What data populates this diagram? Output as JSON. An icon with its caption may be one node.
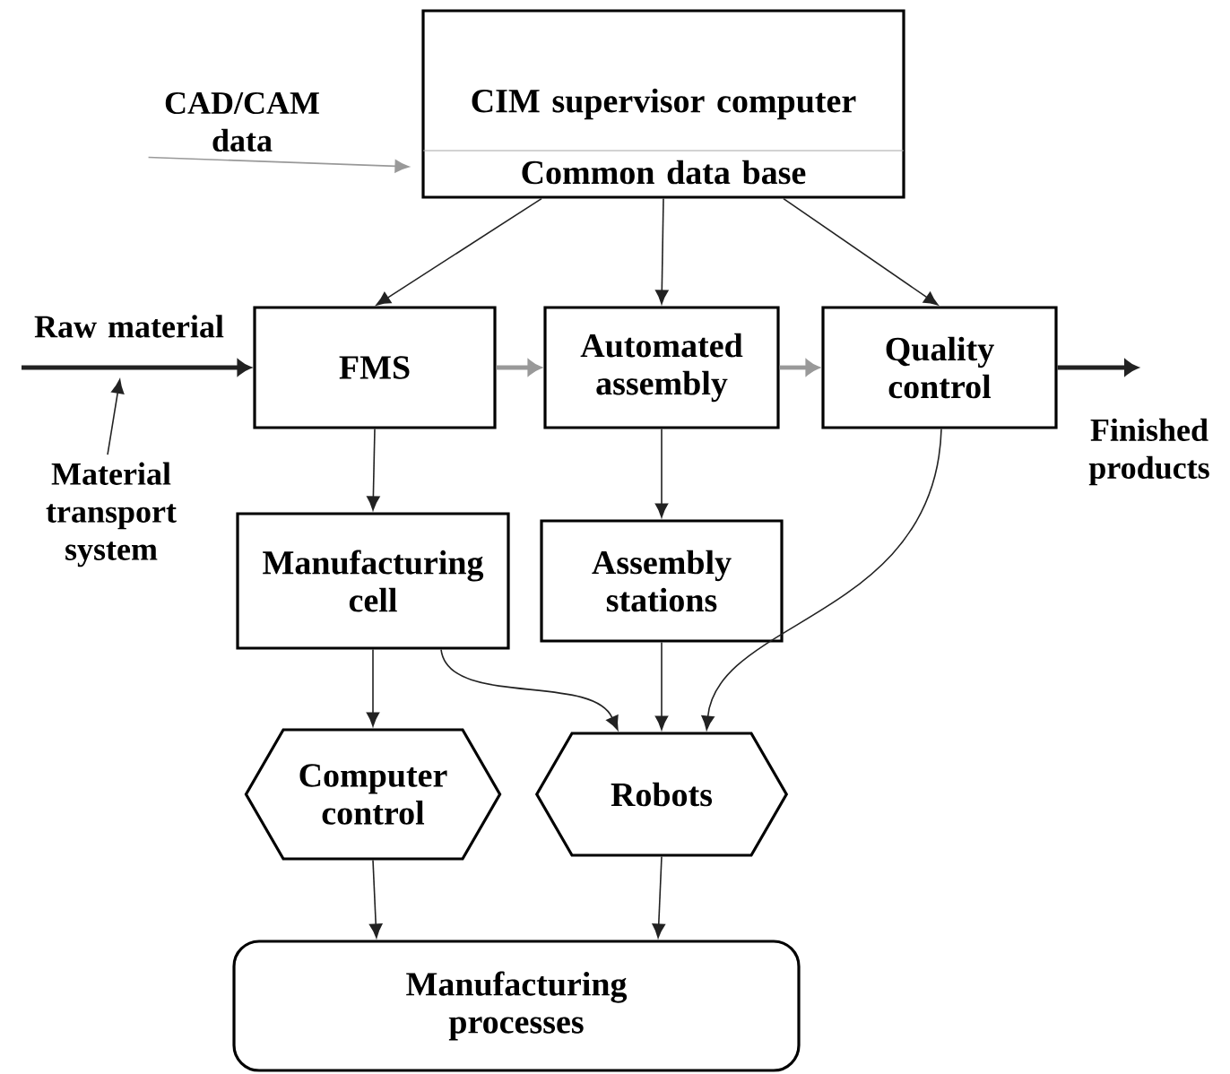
{
  "diagram": {
    "nodes": [
      {
        "text": [
          "CIM supervisor computer",
          "Common data base"
        ]
      },
      {
        "text": [
          "CAD/CAM data"
        ]
      },
      {
        "text": [
          "Raw material"
        ]
      },
      {
        "text": [
          "FMS"
        ]
      },
      {
        "text": [
          "Automated assembly"
        ]
      },
      {
        "text": [
          "Quality control"
        ]
      },
      {
        "text": [
          "Finished products"
        ]
      },
      {
        "text": [
          "Material transport system"
        ]
      },
      {
        "text": [
          "Manufacturing cell"
        ]
      },
      {
        "text": [
          "Assembly stations"
        ]
      },
      {
        "text": [
          "Computer control"
        ]
      },
      {
        "text": [
          "Robots"
        ]
      },
      {
        "text": [
          "Manufacturing processes"
        ]
      }
    ],
    "edges": [
      {
        "from": 0,
        "to": 3,
        "arrow": "to"
      },
      {
        "from": 0,
        "to": 4,
        "arrow": "to"
      },
      {
        "from": 0,
        "to": 5,
        "arrow": "to"
      },
      {
        "from": 1,
        "to": 0,
        "arrow": "to",
        "color": "#999999"
      },
      {
        "from": 2,
        "to": 3,
        "arrow": "to",
        "style": "thick"
      },
      {
        "from": 3,
        "to": 4,
        "arrow": "to",
        "style": "thick",
        "color": "#999999"
      },
      {
        "from": 4,
        "to": 5,
        "arrow": "to",
        "style": "thick",
        "color": "#999999"
      },
      {
        "from": 5,
        "to": 6,
        "arrow": "to",
        "style": "thick"
      },
      {
        "from": 7,
        "to": 2,
        "arrow": "to"
      },
      {
        "from": 3,
        "to": 8,
        "arrow": "to"
      },
      {
        "from": 4,
        "to": 9,
        "arrow": "to"
      },
      {
        "from": 8,
        "to": 10,
        "arrow": "to"
      },
      {
        "from": 8,
        "to": 11,
        "arrow": "to"
      },
      {
        "from": 9,
        "to": 11,
        "arrow": "to"
      },
      {
        "from": 5,
        "to": 11,
        "arrow": "to"
      },
      {
        "from": 10,
        "to": 12,
        "arrow": "to"
      },
      {
        "from": 11,
        "to": 12,
        "arrow": "to"
      }
    ]
  }
}
